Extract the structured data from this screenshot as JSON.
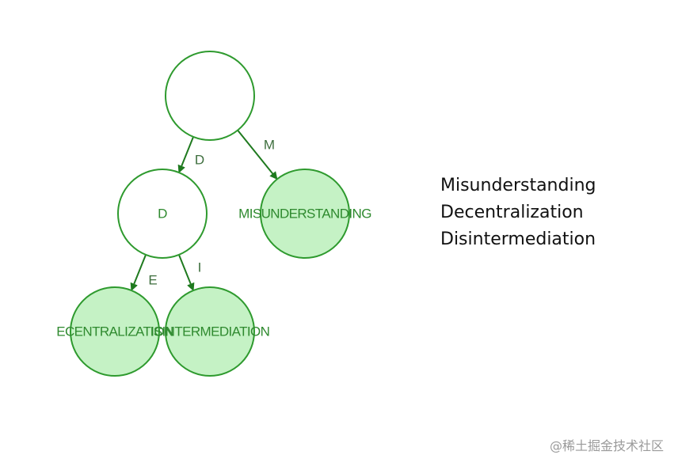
{
  "colors": {
    "node_stroke": "#2e9a2e",
    "leaf_fill": "#c5f2c5",
    "inner_fill": "#ffffff",
    "edge": "#1f7a1f",
    "label_text": "#2f8a2f",
    "edge_label_text": "#3d6e3d"
  },
  "tree": {
    "nodes": [
      {
        "id": "root",
        "label": "",
        "leaf": false
      },
      {
        "id": "d",
        "label": "D",
        "leaf": false
      },
      {
        "id": "misunderstanding",
        "label": "MISUNDERSTANDING",
        "leaf": true
      },
      {
        "id": "decentralization",
        "label": "ECENTRALIZATION",
        "leaf": true
      },
      {
        "id": "disintermediation",
        "label": "ISINTERMEDIATION",
        "leaf": true
      }
    ],
    "edges": [
      {
        "from": "root",
        "to": "d",
        "label": "D"
      },
      {
        "from": "root",
        "to": "misunderstanding",
        "label": "M"
      },
      {
        "from": "d",
        "to": "decentralization",
        "label": "E"
      },
      {
        "from": "d",
        "to": "disintermediation",
        "label": "I"
      }
    ]
  },
  "words": [
    "Misunderstanding",
    "Decentralization",
    "Disintermediation"
  ],
  "watermark": "@稀土掘金技术社区"
}
